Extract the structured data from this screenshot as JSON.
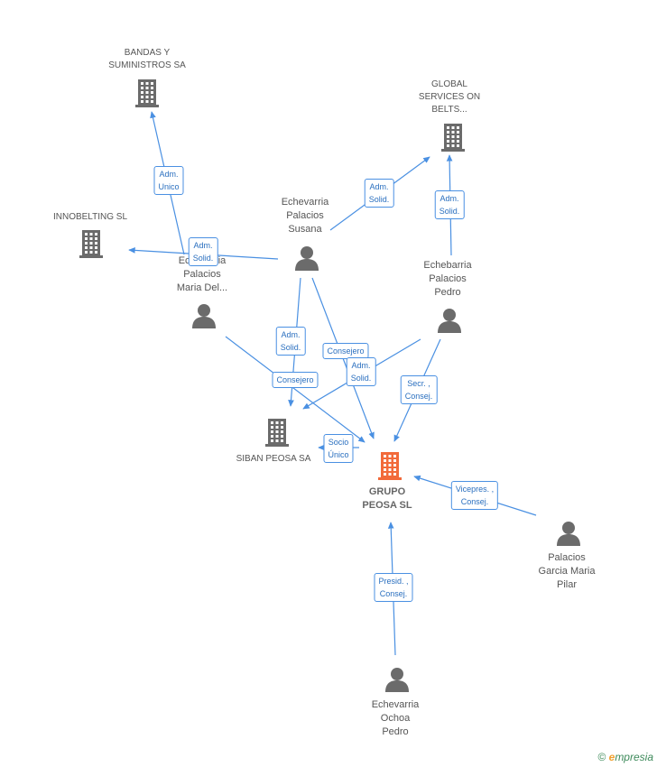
{
  "nodes": {
    "bandas": {
      "name": "BANDAS Y\nSUMINISTROS SA",
      "type": "company"
    },
    "global": {
      "name": "GLOBAL\nSERVICES ON\nBELTS...",
      "type": "company"
    },
    "innobelting": {
      "name": "INNOBELTING  SL",
      "type": "company"
    },
    "siban": {
      "name": "SIBAN PEOSA SA",
      "type": "company"
    },
    "grupo": {
      "name": "GRUPO\nPEOSA SL",
      "type": "main-company"
    },
    "susana": {
      "name": "Echevarria\nPalacios\nSusana",
      "type": "person"
    },
    "mariadel": {
      "name": "Echevarria\nPalacios\nMaria Del...",
      "type": "person"
    },
    "pedro_p": {
      "name": "Echebarria\nPalacios\nPedro",
      "type": "person"
    },
    "pilar": {
      "name": "Palacios\nGarcia Maria\nPilar",
      "type": "person"
    },
    "ochoa": {
      "name": "Echevarria\nOchoa\nPedro",
      "type": "person"
    }
  },
  "edges": [
    {
      "id": "e1",
      "label": "Adm.\nUnico"
    },
    {
      "id": "e2",
      "label": "Adm.\nSolid."
    },
    {
      "id": "e3",
      "label": "Adm.\nSolid."
    },
    {
      "id": "e4",
      "label": "Adm.\nSolid."
    },
    {
      "id": "e5",
      "label": "Adm.\nSolid."
    },
    {
      "id": "e6",
      "label": "Consejero"
    },
    {
      "id": "e7",
      "label": "Consejero"
    },
    {
      "id": "e8",
      "label": "Adm.\nSolid."
    },
    {
      "id": "e9",
      "label": "Secr. ,\nConsej."
    },
    {
      "id": "e10",
      "label": "Socio\nÚnico"
    },
    {
      "id": "e11",
      "label": "Vicepres. ,\nConsej."
    },
    {
      "id": "e12",
      "label": "Presid. ,\nConsej."
    }
  ],
  "colors": {
    "edge": "#4a90e2",
    "company_icon": "#6b6b6b",
    "main_company_icon": "#f26a3a",
    "person_icon": "#6b6b6b"
  },
  "watermark": {
    "copyright": "©",
    "brand_initial": "e",
    "brand_rest": "mpresia"
  }
}
